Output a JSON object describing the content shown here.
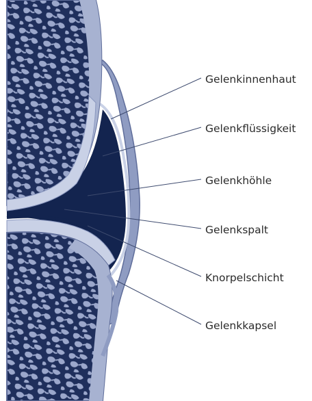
{
  "diagram": {
    "labels": [
      {
        "id": "synovial-membrane",
        "text": "Gelenkinnenhaut"
      },
      {
        "id": "synovial-fluid",
        "text": "Gelenkflüssigkeit"
      },
      {
        "id": "joint-cavity",
        "text": "Gelenkhöhle"
      },
      {
        "id": "joint-space",
        "text": "Gelenkspalt"
      },
      {
        "id": "cartilage-layer",
        "text": "Knorpelschicht"
      },
      {
        "id": "joint-capsule",
        "text": "Gelenkkapsel"
      }
    ],
    "colors": {
      "bone_light": "#a7b2d1",
      "bone_mid": "#8a97bf",
      "bone_edge": "#5f6d9a",
      "spongy_dark": "#1f2f5c",
      "cavity": "#13244f",
      "cartilage": "#c9d1e6",
      "capsule": "#8f9cc2"
    }
  }
}
